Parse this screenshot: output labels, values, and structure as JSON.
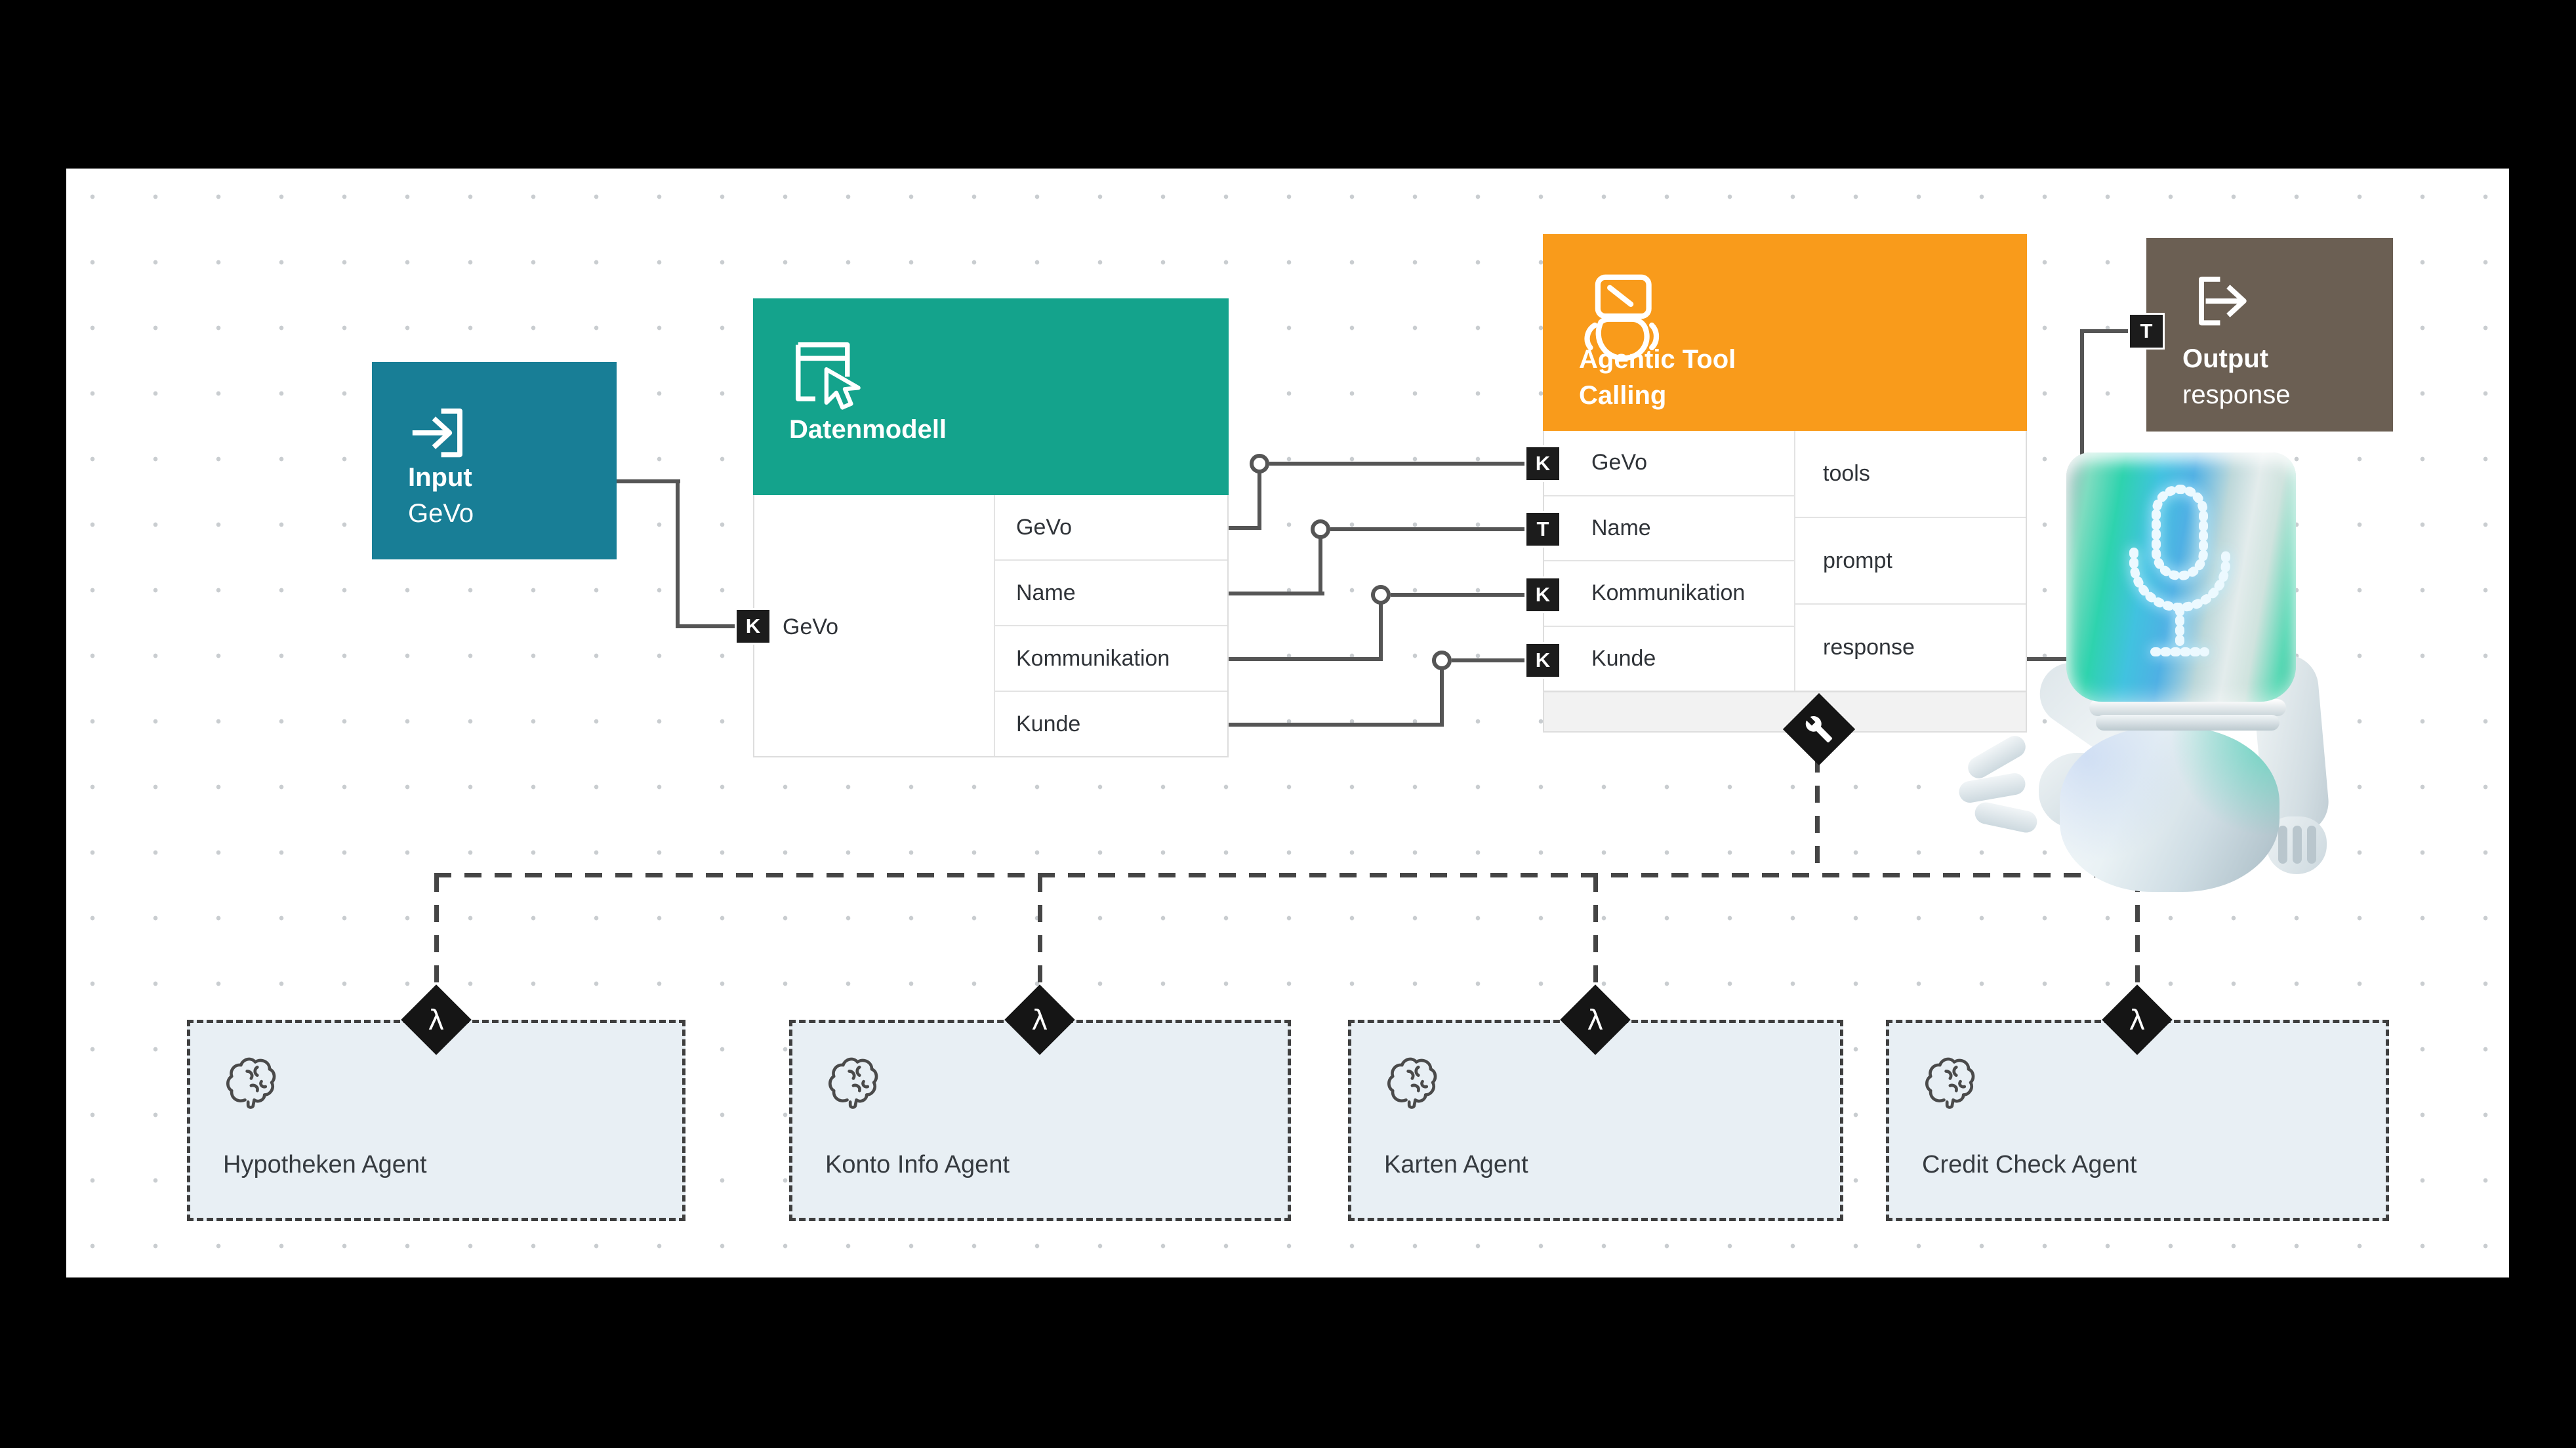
{
  "colors": {
    "frame_black": "#000000",
    "canvas_white": "#FFFFFF",
    "input_teal": "#187E96",
    "model_green": "#14A38C",
    "agentic_orange": "#F99B1B",
    "output_brown": "#6B5F53",
    "wire_gray": "#555555",
    "dash_dark": "#454545",
    "agent_fill": "#E8EFF4",
    "badge_black": "#1C1C1C"
  },
  "nodes": {
    "input": {
      "title": "Input",
      "subtitle": "GeVo"
    },
    "datenmodell": {
      "title": "Datenmodell",
      "port_badge": "K",
      "port_label": "GeVo",
      "fields": [
        "GeVo",
        "Name",
        "Kommunikation",
        "Kunde"
      ]
    },
    "agentic": {
      "title_line1": "Agentic Tool",
      "title_line2": "Calling",
      "inputs": [
        {
          "badge": "K",
          "label": "GeVo"
        },
        {
          "badge": "T",
          "label": "Name"
        },
        {
          "badge": "K",
          "label": "Kommunikation"
        },
        {
          "badge": "K",
          "label": "Kunde"
        }
      ],
      "outputs": [
        "tools",
        "prompt",
        "response"
      ]
    },
    "output": {
      "title": "Output",
      "subtitle": "response",
      "port_badge": "T"
    }
  },
  "agents": [
    {
      "label": "Hypotheken Agent"
    },
    {
      "label": "Konto Info Agent"
    },
    {
      "label": "Karten Agent"
    },
    {
      "label": "Credit Check Agent"
    }
  ],
  "symbols": {
    "lambda": "λ"
  }
}
